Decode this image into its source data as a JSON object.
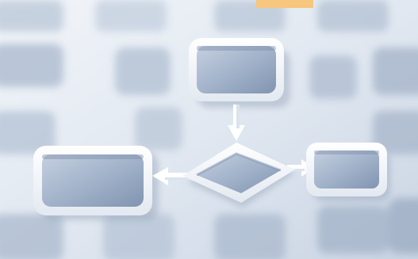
{
  "scene": {
    "subject": "flowchart-illustration",
    "palette": {
      "background_light": "#eef2f7",
      "background_mid": "#cdd8e6",
      "shape_face": "#a7b6cc",
      "shape_frame": "#ffffff",
      "accent_bar": "#f6c77c",
      "shadow": "#7f8ea6"
    },
    "nodes": [
      {
        "name": "top-process-box",
        "shape": "rounded-rectangle"
      },
      {
        "name": "decision-diamond",
        "shape": "diamond"
      },
      {
        "name": "left-process-box",
        "shape": "rounded-rectangle"
      },
      {
        "name": "right-process-box",
        "shape": "rounded-rectangle"
      }
    ],
    "connectors": [
      {
        "name": "arrow-top-to-diamond",
        "from": "top-process-box",
        "to": "decision-diamond"
      },
      {
        "name": "arrow-diamond-to-left",
        "from": "decision-diamond",
        "to": "left-process-box"
      },
      {
        "name": "arrow-diamond-to-right",
        "from": "decision-diamond",
        "to": "right-process-box"
      }
    ]
  }
}
